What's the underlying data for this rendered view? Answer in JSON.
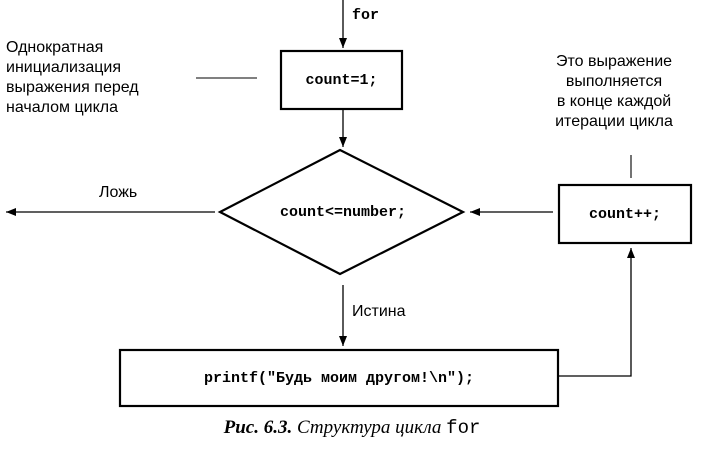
{
  "diagram": {
    "keyword_label": "for",
    "init_code": "count=1;",
    "init_note_lines": [
      "Однократная",
      "инициализация",
      "выражения перед",
      "началом цикла"
    ],
    "condition_code": "count<=number;",
    "false_label": "Ложь",
    "true_label": "Истина",
    "increment_code": "count++;",
    "increment_note_lines": [
      "Это выражение",
      "выполняется",
      "в конце каждой",
      "итерации цикла"
    ],
    "body_code": "printf(\"Будь моим другом!\\n\");"
  },
  "caption": {
    "number": "Рис. 6.3.",
    "title": "Структура цикла",
    "keyword": "for"
  },
  "colors": {
    "stroke": "#000000",
    "background": "#ffffff"
  }
}
